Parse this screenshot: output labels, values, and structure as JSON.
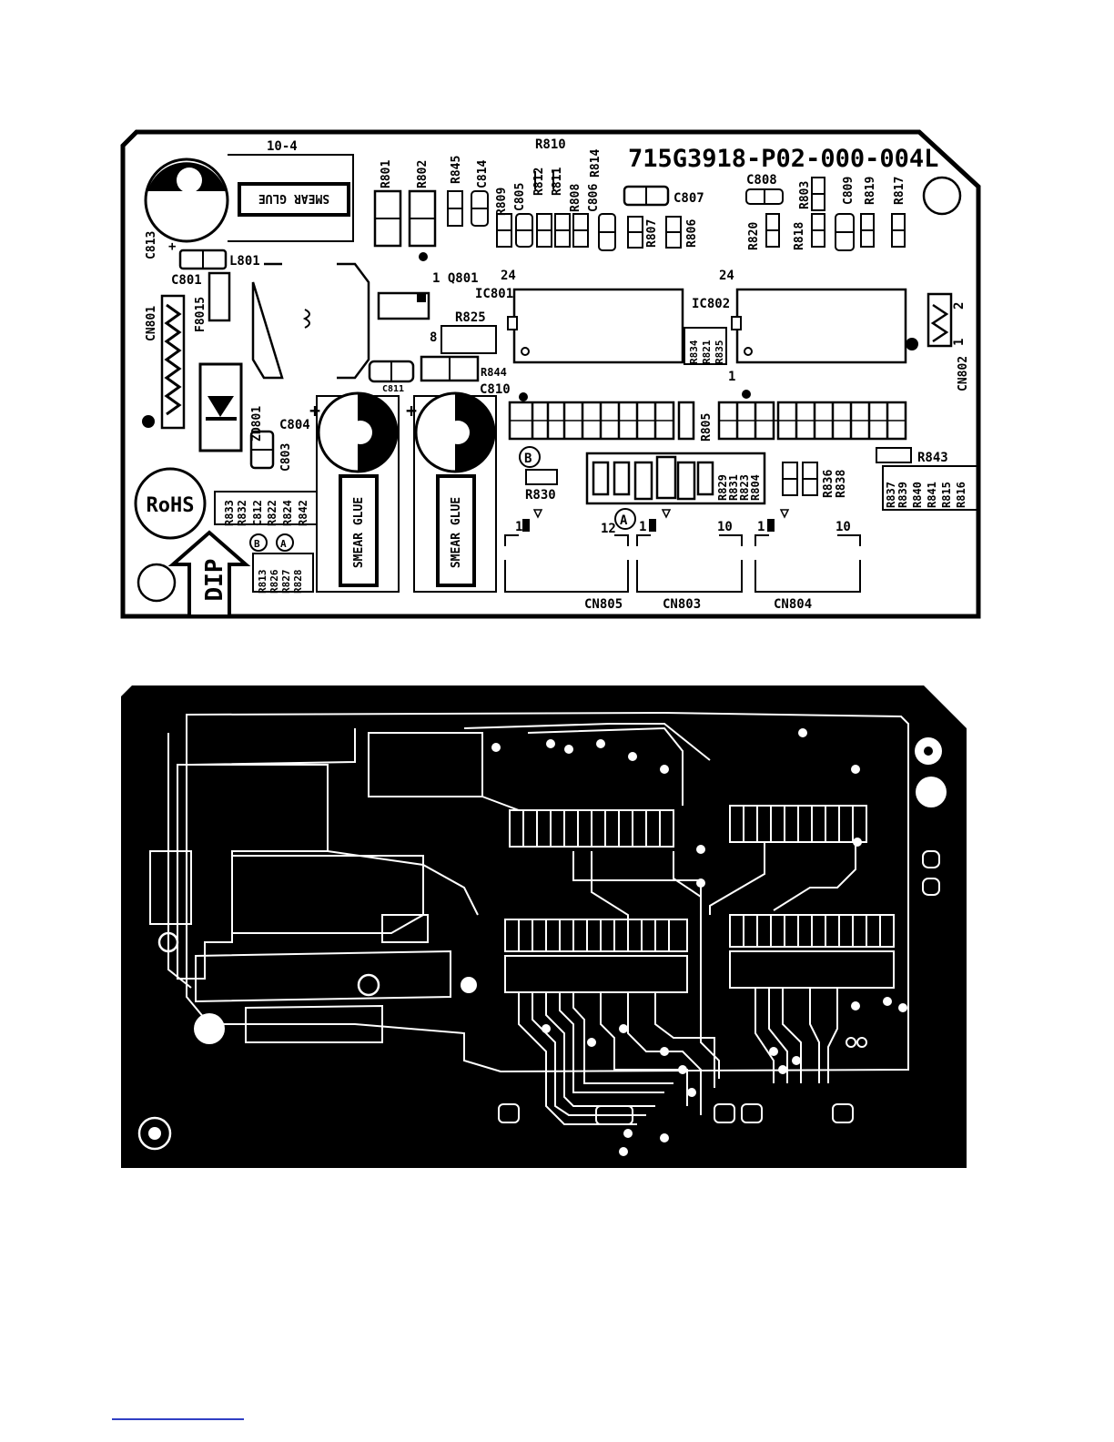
{
  "top_board": {
    "part_number": "715G3918-P02-000-004L",
    "block_label": "10-4",
    "glue_top": "SMEAR GLUE",
    "glue_left": "SMEAR GLUE",
    "glue_right": "SMEAR GLUE",
    "rohs": "RoHS",
    "dip": "DIP",
    "q801": "1 Q801",
    "ic801_pin24": "24",
    "ic802_pin24": "24",
    "ic802_pin1": "1",
    "r825_pin8": "8",
    "marker_a": "A",
    "marker_b": "B",
    "cn802_pin2": "2",
    "cn802_pin1": "1",
    "cn805_pin1": "1",
    "cn805_pin12": "12",
    "cn803_pin1": "1",
    "cn803_pin10": "10",
    "cn804_pin1": "1",
    "cn804_pin10": "10",
    "labels": {
      "C813": "C813",
      "L801": "L801",
      "C801": "C801",
      "CN801": "CN801",
      "F8015": "F8015",
      "ZD801": "ZD801",
      "C804": "C804",
      "C803": "C803",
      "C811": "C811",
      "R844": "R844",
      "C810": "C810",
      "R825": "R825",
      "IC801": "IC801",
      "IC802": "IC802",
      "R801": "R801",
      "R802": "R802",
      "R845": "R845",
      "C814": "C814",
      "R810": "R810",
      "R812": "R812",
      "R811": "R811",
      "R814": "R814",
      "R809": "R809",
      "C805": "C805",
      "R808": "R808",
      "C806": "C806",
      "C807": "C807",
      "R807": "R807",
      "R806": "R806",
      "C808": "C808",
      "R803": "R803",
      "C809": "C809",
      "R819": "R819",
      "R817": "R817",
      "R820": "R820",
      "R818": "R818",
      "R834": "R834",
      "R821": "R821",
      "R835": "R835",
      "CN802": "CN802",
      "R805": "R805",
      "R843": "R843",
      "R830": "R830",
      "R829": "R829",
      "R831": "R831",
      "R823": "R823",
      "R804": "R804",
      "R836": "R836",
      "R838": "R838",
      "R837": "R837",
      "R839": "R839",
      "R840": "R840",
      "R841": "R841",
      "R815": "R815",
      "R816": "R816",
      "R833": "R833",
      "R832": "R832",
      "C812": "C812",
      "R822": "R822",
      "R824": "R824",
      "R842": "R842",
      "R813": "R813",
      "R826": "R826",
      "R827": "R827",
      "R828": "R828",
      "CN805": "CN805",
      "CN803": "CN803",
      "CN804": "CN804"
    }
  }
}
